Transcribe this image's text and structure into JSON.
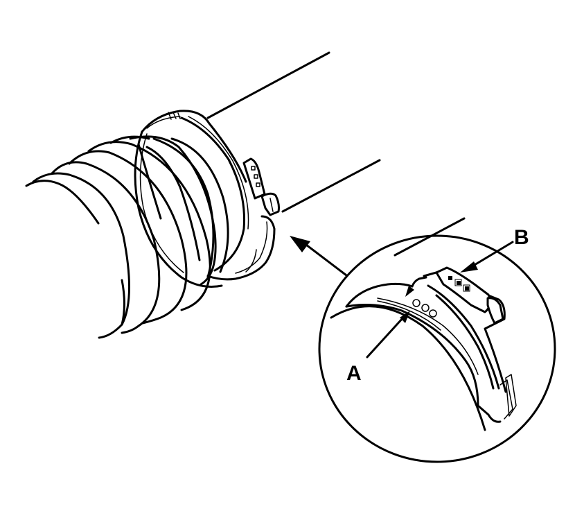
{
  "diagram": {
    "type": "technical line drawing",
    "subject": "Corrugated hose (bellows) with band clamp on tube end",
    "background_color": "#ffffff",
    "line_color": "#000000",
    "callouts": [
      {
        "id": "A",
        "label": "A",
        "target": "clamp hook / locating holes"
      },
      {
        "id": "B",
        "label": "B",
        "target": "clamp latch tab with square windows"
      }
    ],
    "detail_view": {
      "shape": "circle",
      "description": "Magnified detail of clamp latch",
      "pointer_arrow": "from detail circle to clamp on hose"
    }
  }
}
